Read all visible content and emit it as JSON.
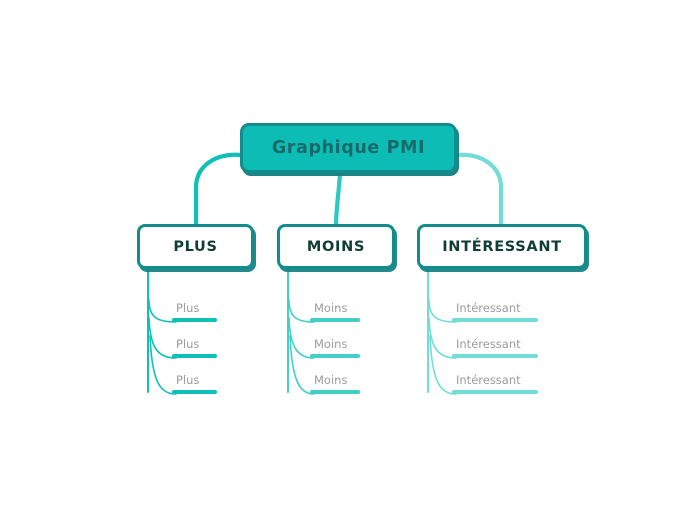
{
  "diagram": {
    "type": "mind-map",
    "background_color": "#ffffff",
    "root": {
      "label": "Graphique PMI",
      "fill_color": "#0dbdb5",
      "border_color": "#108d8c",
      "text_color": "#186a6a"
    },
    "branches": [
      {
        "label": "PLUS",
        "accent_color": "#0fc0b8",
        "connector_color": "#0fc0b8",
        "leaves": [
          {
            "label": "Plus"
          },
          {
            "label": "Plus"
          },
          {
            "label": "Plus"
          }
        ]
      },
      {
        "label": "MOINS",
        "accent_color": "#42cfc8",
        "connector_color": "#42cfc8",
        "leaves": [
          {
            "label": "Moins"
          },
          {
            "label": "Moins"
          },
          {
            "label": "Moins"
          }
        ]
      },
      {
        "label": "INTÉRESSANT",
        "accent_color": "#72dcd6",
        "connector_color": "#72dcd6",
        "leaves": [
          {
            "label": "Intéressant"
          },
          {
            "label": "Intéressant"
          },
          {
            "label": "Intéressant"
          }
        ]
      }
    ],
    "branch_node_style": {
      "fill_color": "#ffffff",
      "border_color": "#108d8c",
      "text_color": "#103d33"
    },
    "leaf_style": {
      "text_color": "#9c9c9c"
    }
  }
}
